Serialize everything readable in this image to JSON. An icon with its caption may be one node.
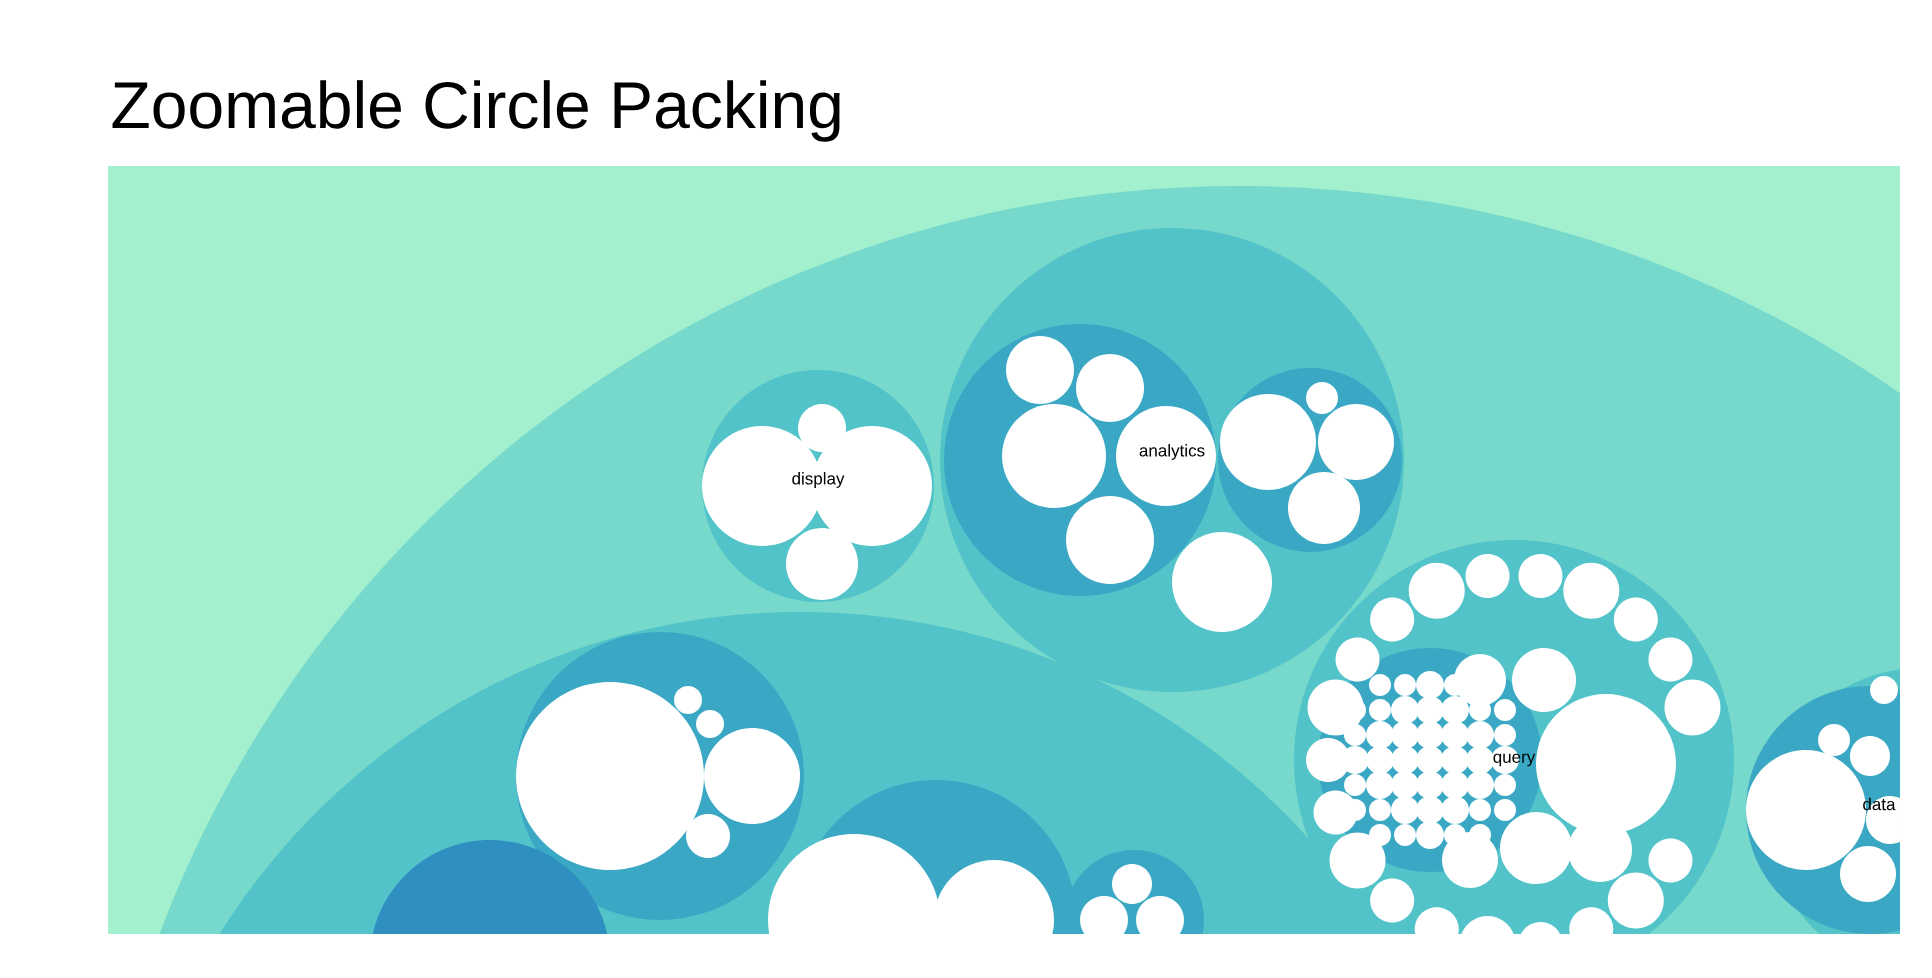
{
  "diagram": {
    "title": "Zoomable Circle Packing",
    "nodes": [
      {
        "text": [
          "display"
        ]
      },
      {
        "text": [
          "analytics"
        ]
      },
      {
        "text": [
          "query"
        ]
      },
      {
        "text": [
          "data"
        ]
      }
    ]
  }
}
